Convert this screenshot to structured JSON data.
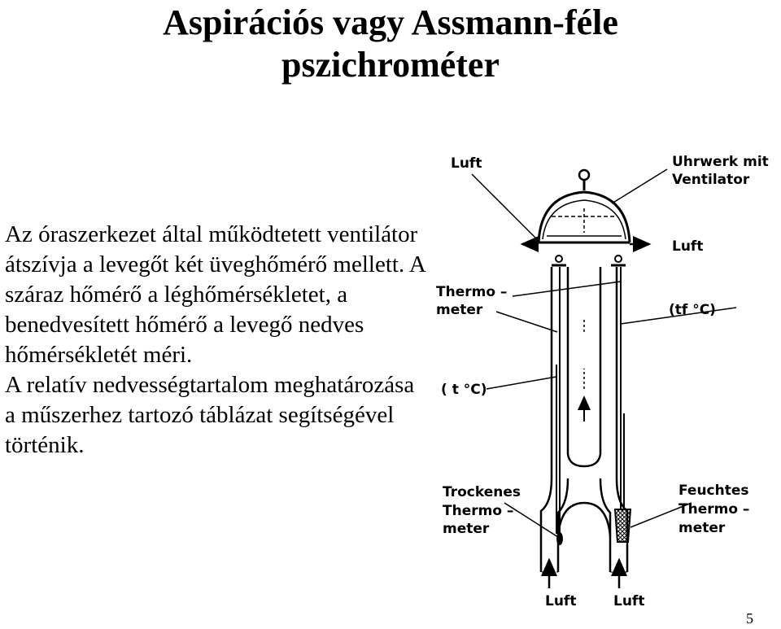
{
  "slide": {
    "title_line1": "Aspirációs vagy Assmann-féle",
    "title_line2": "pszichrométer",
    "paragraph1": "Az óraszerkezet által működtetett ventilátor átszívja a levegőt két üveghőmérő mellett. A száraz hőmérő a léghőmérsékletet, a benedvesített hőmérő a levegő nedves hőmérsékletét méri.",
    "paragraph2": "A relatív nedvességtartalom meghatározása a műszerhez tartozó táblázat segítségével történik.",
    "page_number": "5"
  },
  "diagram": {
    "luft_top": "Luft",
    "uhrwerk_line1": "Uhrwerk mit",
    "uhrwerk_line2": "Ventilator",
    "luft_right": "Luft",
    "thermometer_line1": "Thermo –",
    "thermometer_line2": "meter",
    "tf_label": "(tf °C)",
    "t_label": "( t °C)",
    "trockenes_line1": "Trockenes",
    "trockenes_line2": "Thermo –",
    "trockenes_line3": "meter",
    "feuchtes_line1": "Feuchtes",
    "feuchtes_line2": "Thermo –",
    "feuchtes_line3": "meter",
    "luft_bottom_left": "Luft",
    "luft_bottom_right": "Luft"
  }
}
